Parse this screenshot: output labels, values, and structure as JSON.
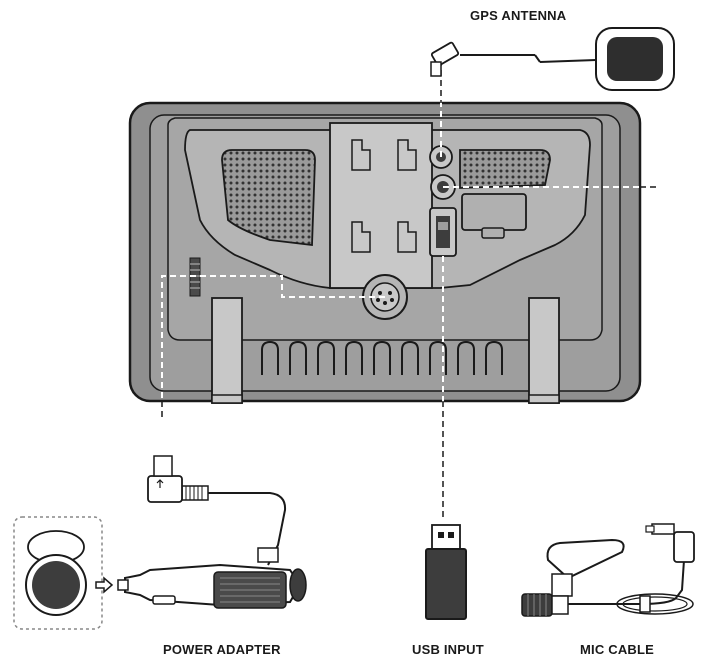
{
  "labels": {
    "gps_antenna": "GPS ANTENNA",
    "power_adapter": "POWER ADAPTER",
    "usb_input": "USB INPUT",
    "mic_cable": "MIC CABLE"
  },
  "colors": {
    "stroke": "#1a1a1a",
    "device_body": "#8f8f8f",
    "device_panel": "#bdbdbd",
    "device_dark": "#4a4a4a",
    "dashed_line": "#ffffff",
    "accessory_dark": "#3d3d3d"
  },
  "icons": {
    "arrow": "arrow-left-icon",
    "usb_symbol": "usb-symbol-icon"
  }
}
